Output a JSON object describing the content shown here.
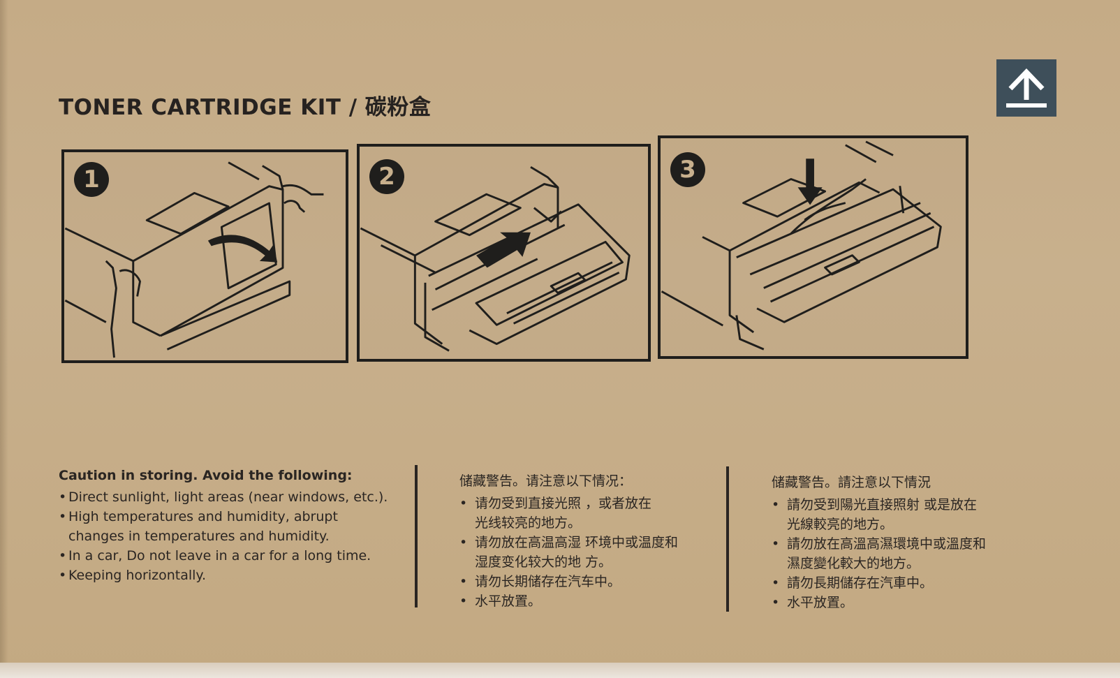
{
  "title": "TONER CARTRIDGE KIT / 碳粉盒",
  "icons": {
    "orientation": "up-arrow-icon"
  },
  "steps": [
    {
      "number": "1"
    },
    {
      "number": "2"
    },
    {
      "number": "3"
    }
  ],
  "caution_en": {
    "heading": "Caution in storing. Avoid the following:",
    "items": [
      {
        "lines": [
          "Direct sunlight, light areas (near windows, etc.)."
        ]
      },
      {
        "lines": [
          "High temperatures and humidity, abrupt",
          "changes in temperatures and humidity."
        ]
      },
      {
        "lines": [
          "In a car, Do not leave in a car for a long time."
        ]
      },
      {
        "lines": [
          "Keeping horizontally."
        ]
      }
    ]
  },
  "caution_sc": {
    "heading": "储藏警告。请注意以下情况：",
    "items": [
      {
        "lines": [
          "请勿受到直接光照 ，或者放在",
          "光线较亮的地方。"
        ]
      },
      {
        "lines": [
          "请勿放在高温高湿 环境中或温度和",
          "湿度变化较大的地 方。"
        ]
      },
      {
        "lines": [
          "请勿长期储存在汽车中。"
        ]
      },
      {
        "lines": [
          "水平放置。"
        ]
      }
    ]
  },
  "caution_tc": {
    "heading": "储藏警告。請注意以下情況",
    "items": [
      {
        "lines": [
          "請勿受到陽光直接照射 或是放在",
          "光線較亮的地方。"
        ]
      },
      {
        "lines": [
          "請勿放在高溫高濕環境中或溫度和",
          "濕度變化較大的地方。"
        ]
      },
      {
        "lines": [
          "請勿長期儲存在汽車中。"
        ]
      },
      {
        "lines": [
          "水平放置。"
        ]
      }
    ]
  },
  "colors": {
    "cardboard": "#c8b08d",
    "ink": "#1f1e1c",
    "icon_bg": "#3e4f5a"
  }
}
